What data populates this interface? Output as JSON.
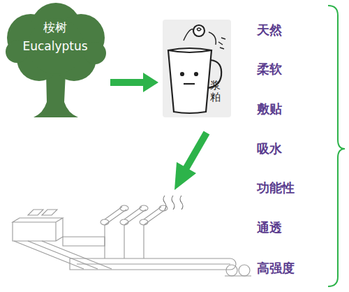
{
  "diagram": {
    "nodes": [
      {
        "text": [
          "桉树",
          "Eucalyptus"
        ]
      },
      {
        "text": [
          "浆粕"
        ]
      }
    ],
    "edges": [
      {
        "from": 0,
        "to": 1,
        "arrow": "to"
      }
    ],
    "labels": [
      "天然",
      "柔软",
      "敷贴",
      "吸水",
      "功能性",
      "通透",
      "高强度"
    ]
  }
}
